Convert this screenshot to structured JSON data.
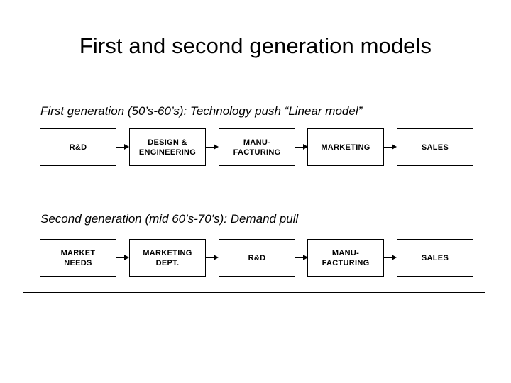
{
  "slide": {
    "title": "First and second generation models"
  },
  "sections": [
    {
      "id": "first-generation",
      "heading": "First generation (50’s-60’s): Technology push “Linear model”",
      "boxes": [
        {
          "label": "R&D"
        },
        {
          "label": "DESIGN &\nENGINEERING"
        },
        {
          "label": "MANU-\nFACTURING"
        },
        {
          "label": "MARKETING"
        },
        {
          "label": "SALES"
        }
      ],
      "arrows": [
        {
          "name": "arrow-rd-to-design"
        },
        {
          "name": "arrow-design-to-manufacturing"
        },
        {
          "name": "arrow-manufacturing-to-marketing"
        },
        {
          "name": "arrow-marketing-to-sales"
        }
      ]
    },
    {
      "id": "second-generation",
      "heading": "Second generation (mid 60’s-70’s): Demand pull",
      "boxes": [
        {
          "label": "MARKET\nNEEDS"
        },
        {
          "label": "MARKETING\nDEPT."
        },
        {
          "label": "R&D"
        },
        {
          "label": "MANU-\nFACTURING"
        },
        {
          "label": "SALES"
        }
      ],
      "arrows": [
        {
          "name": "arrow-market-needs-to-marketing-dept"
        },
        {
          "name": "arrow-marketing-dept-to-rd"
        },
        {
          "name": "arrow-rd-to-manufacturing"
        },
        {
          "name": "arrow-manufacturing-to-sales"
        }
      ]
    }
  ],
  "colors": {
    "background": "#ffffff",
    "text": "#000000",
    "border": "#000000"
  }
}
